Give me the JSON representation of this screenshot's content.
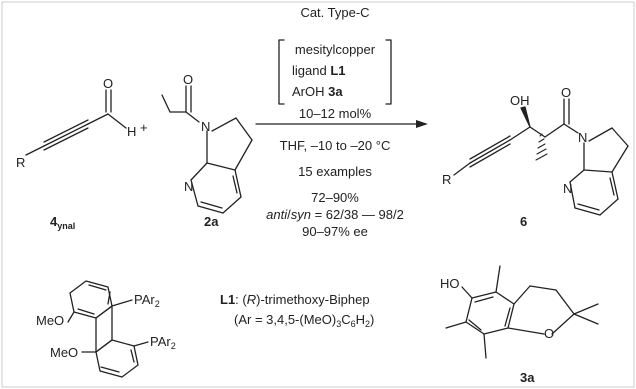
{
  "background": "#ffffff",
  "stroke_color": "#222222",
  "reagents": {
    "catalyst_type": "Cat. Type-C",
    "components": [
      "mesitylcopper",
      "ligand",
      "L1",
      "ArOH",
      "3a"
    ],
    "loading": "10–12 mol%",
    "solvent_temp": "THF, –10 to –20 °C",
    "examples": "15 examples"
  },
  "results": {
    "yield": "72–90%",
    "ratio_prefix": "anti",
    "ratio_slash": "/",
    "ratio_suffix": "syn",
    "ratio_values": " = 62/38 — 98/2",
    "ee": "90–97% ee"
  },
  "compounds": {
    "ynal_number": "4",
    "ynal_subscript": "ynal",
    "amide": "2a",
    "product": "6",
    "phenol": "3a"
  },
  "plus": "+",
  "atoms": {
    "R": "R",
    "O": "O",
    "H": "H",
    "N": "N",
    "OH": "OH",
    "HO": "HO",
    "MeO": "MeO",
    "PAr": "PAr",
    "two": "2"
  },
  "ligand": {
    "label": "L1",
    "colon": ": (",
    "R_config": "R",
    "name_rest": ")-trimethoxy-Biphep",
    "ar_def": "(Ar = 3,4,5-(MeO)",
    "ar_sub1": "3",
    "ar_mid": "C",
    "ar_sub2": "6",
    "ar_h": "H",
    "ar_sub3": "2",
    "ar_close": ")"
  }
}
